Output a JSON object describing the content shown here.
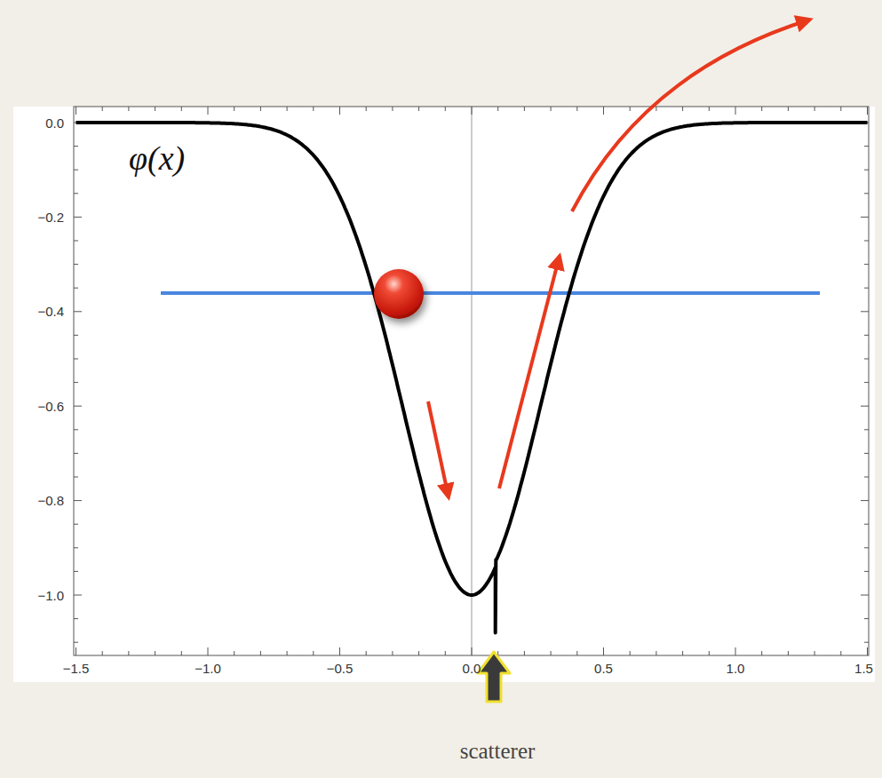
{
  "diagram": {
    "labels": [
      "φ(x)",
      "0.0",
      "−0.2",
      "−0.4",
      "−0.6",
      "−0.8",
      "−1.0",
      "−1.5",
      "−1.0",
      "−0.5",
      "0.0",
      "0.5",
      "1.0",
      "1.5",
      "scatterer"
    ]
  }
}
